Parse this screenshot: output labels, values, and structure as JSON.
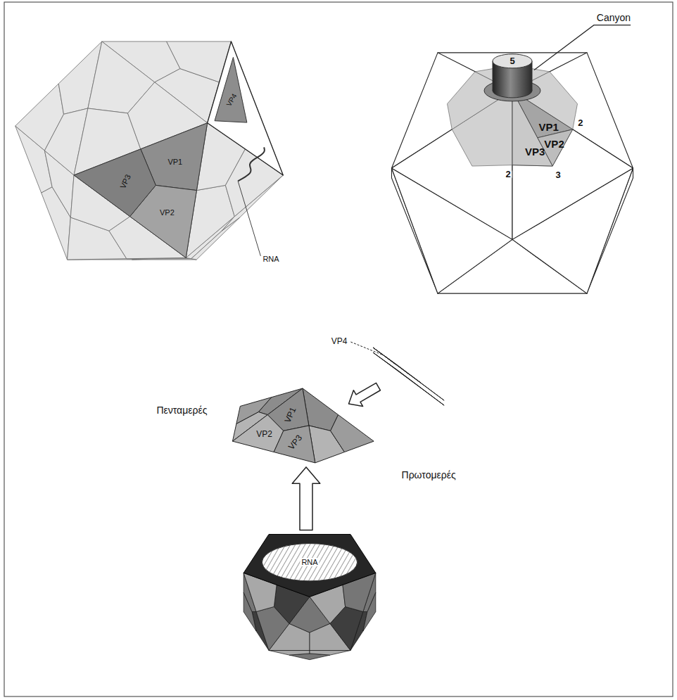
{
  "diagram": {
    "labels": [
      "VP3",
      "VP1",
      "VP2",
      "VP4",
      "RNA",
      "Canyon",
      "5",
      "VP1",
      "2",
      "VP2",
      "VP3",
      "2",
      "3",
      "Πενταμερές",
      "VP4",
      "VP1",
      "VP2",
      "VP3",
      "Πρωτομερές",
      "RNA"
    ]
  }
}
